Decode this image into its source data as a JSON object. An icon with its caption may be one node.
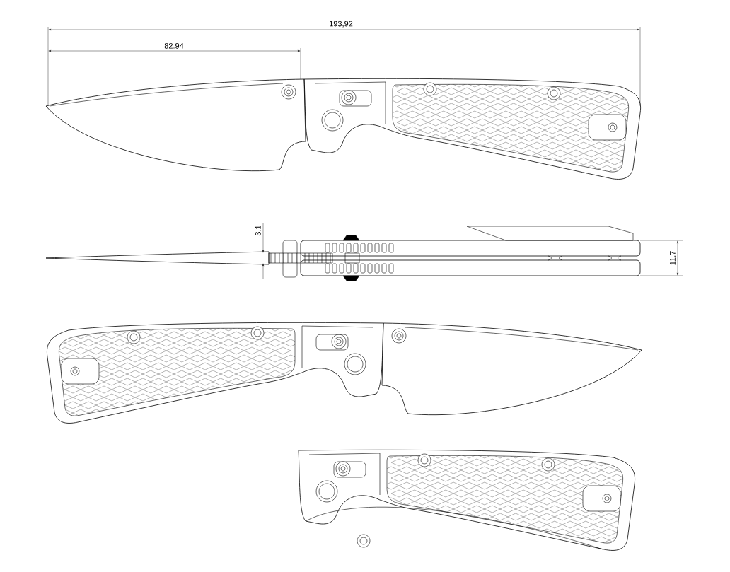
{
  "diagram": {
    "labels": [
      "193,92",
      "82.94",
      "3.1",
      "11.7"
    ]
  }
}
